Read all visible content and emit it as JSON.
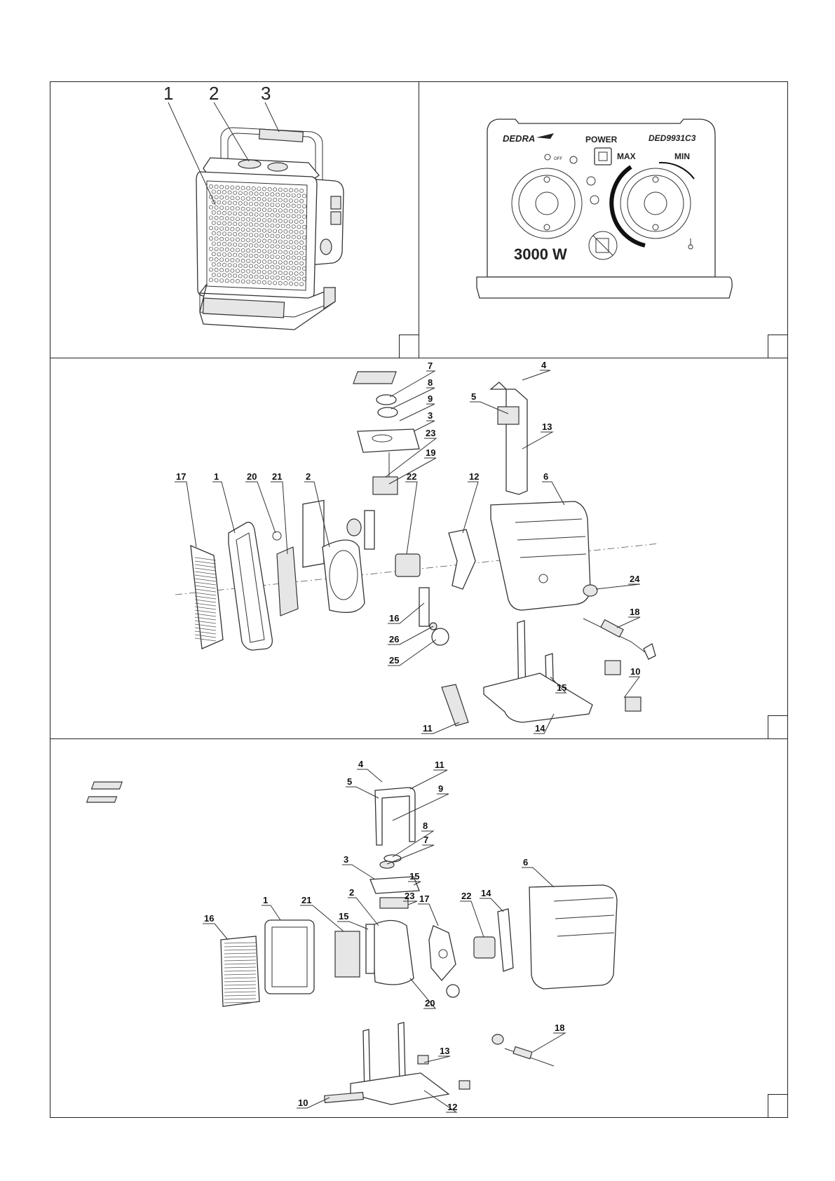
{
  "panel_a": {
    "callouts": [
      "1",
      "2",
      "3"
    ]
  },
  "panel_b": {
    "brand": "DEDRA",
    "power_label": "POWER",
    "model": "DED9931C3",
    "off_label": "OFF",
    "max_label": "MAX",
    "min_label": "MIN",
    "wattage": "3000 W"
  },
  "panel_c": {
    "callouts": [
      "7",
      "8",
      "9",
      "3",
      "23",
      "19",
      "22",
      "12",
      "4",
      "5",
      "13",
      "6",
      "17",
      "1",
      "20",
      "21",
      "2",
      "24",
      "18",
      "16",
      "26",
      "25",
      "10",
      "15",
      "11",
      "14"
    ]
  },
  "panel_d": {
    "callouts": [
      "4",
      "5",
      "11",
      "9",
      "8",
      "7",
      "3",
      "15",
      "2",
      "23",
      "17",
      "22",
      "14",
      "6",
      "1",
      "21",
      "15",
      "16",
      "20",
      "18",
      "13",
      "10",
      "12"
    ]
  }
}
